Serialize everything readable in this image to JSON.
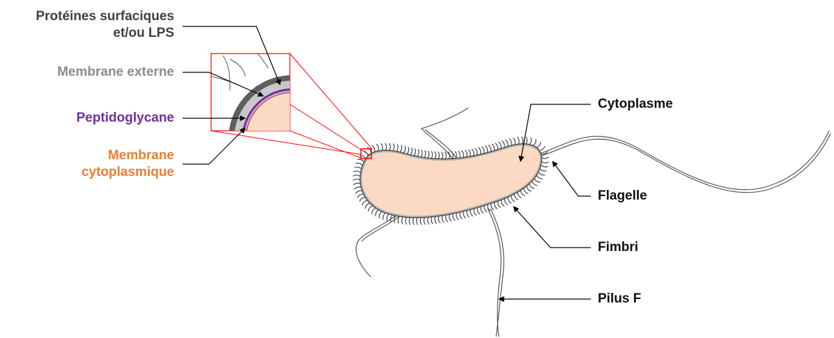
{
  "colors": {
    "cytoplasm_fill": "#fbd9c3",
    "outer_membrane": "#5e5e5e",
    "periplasm": "#c8c8c8",
    "peptidoglycan": "#7030a0",
    "inner_membrane": "#eea0b8",
    "zoom_box": "#ff0000",
    "label_dark": "#404040",
    "label_gray": "#8c8c8c",
    "label_purple": "#7030a0",
    "label_orange": "#ed7d31",
    "label_black": "#111111"
  },
  "labels": {
    "proteins_line1": "Protéines surfaciques",
    "proteins_line2": "et/ou LPS",
    "outer_membrane": "Membrane externe",
    "peptidoglycan": "Peptidoglycane",
    "cyto_membrane_line1": "Membrane",
    "cyto_membrane_line2": "cytoplasmique",
    "cytoplasm": "Cytoplasme",
    "flagellum": "Flagelle",
    "fimbriae": "Fimbri",
    "pilus": "Pilus F"
  }
}
